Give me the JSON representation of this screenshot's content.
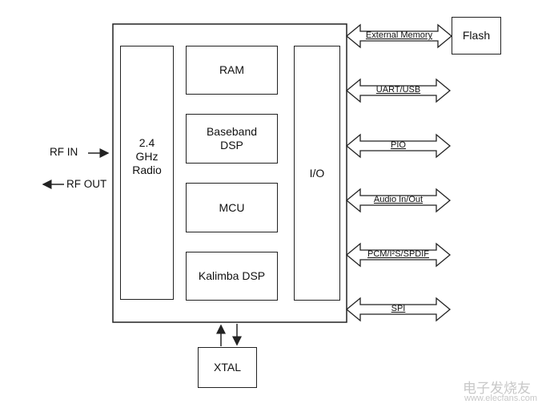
{
  "blocks": {
    "radio": "2.4\nGHz\nRadio",
    "ram": "RAM",
    "baseband": "Baseband\nDSP",
    "mcu": "MCU",
    "kalimba": "Kalimba DSP",
    "io": "I/O",
    "flash": "Flash",
    "xtal": "XTAL"
  },
  "rf": {
    "in": "RF IN",
    "out": "RF OUT"
  },
  "buses": [
    "External Memory",
    "UART/USB",
    "PIO",
    "Audio In/Out",
    "PCM/I²S/SPDIF",
    "SPI"
  ],
  "watermark": {
    "cn": "电子发烧友",
    "url": "www.elecfans.com"
  }
}
